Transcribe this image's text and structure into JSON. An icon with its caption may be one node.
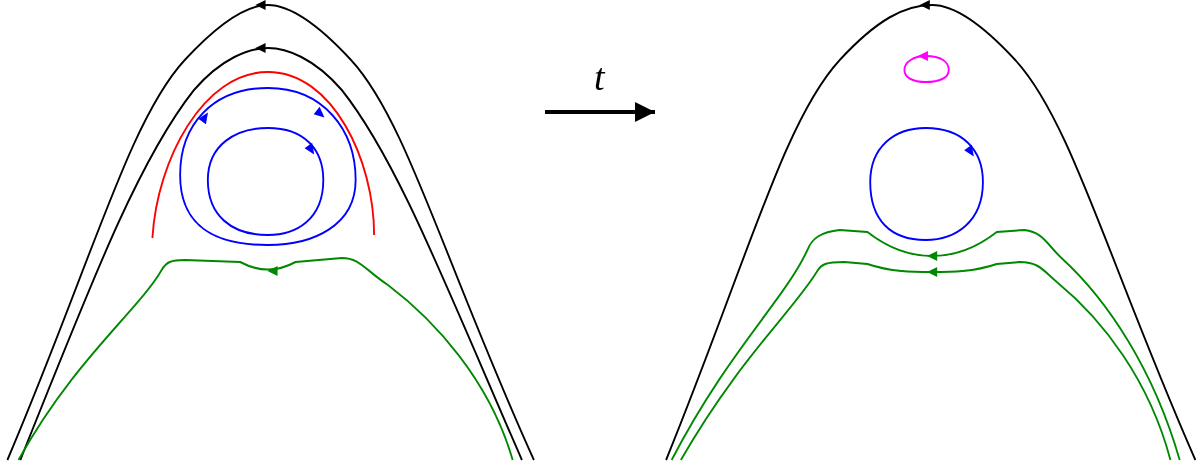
{
  "diagram": {
    "nodes": [
      {
        "text": [],
        "shape": "picture"
      },
      {
        "text": [],
        "shape": "picture"
      }
    ],
    "edges": [
      {
        "from": 0,
        "to": 1,
        "arrow": "to",
        "label": "t"
      }
    ]
  }
}
